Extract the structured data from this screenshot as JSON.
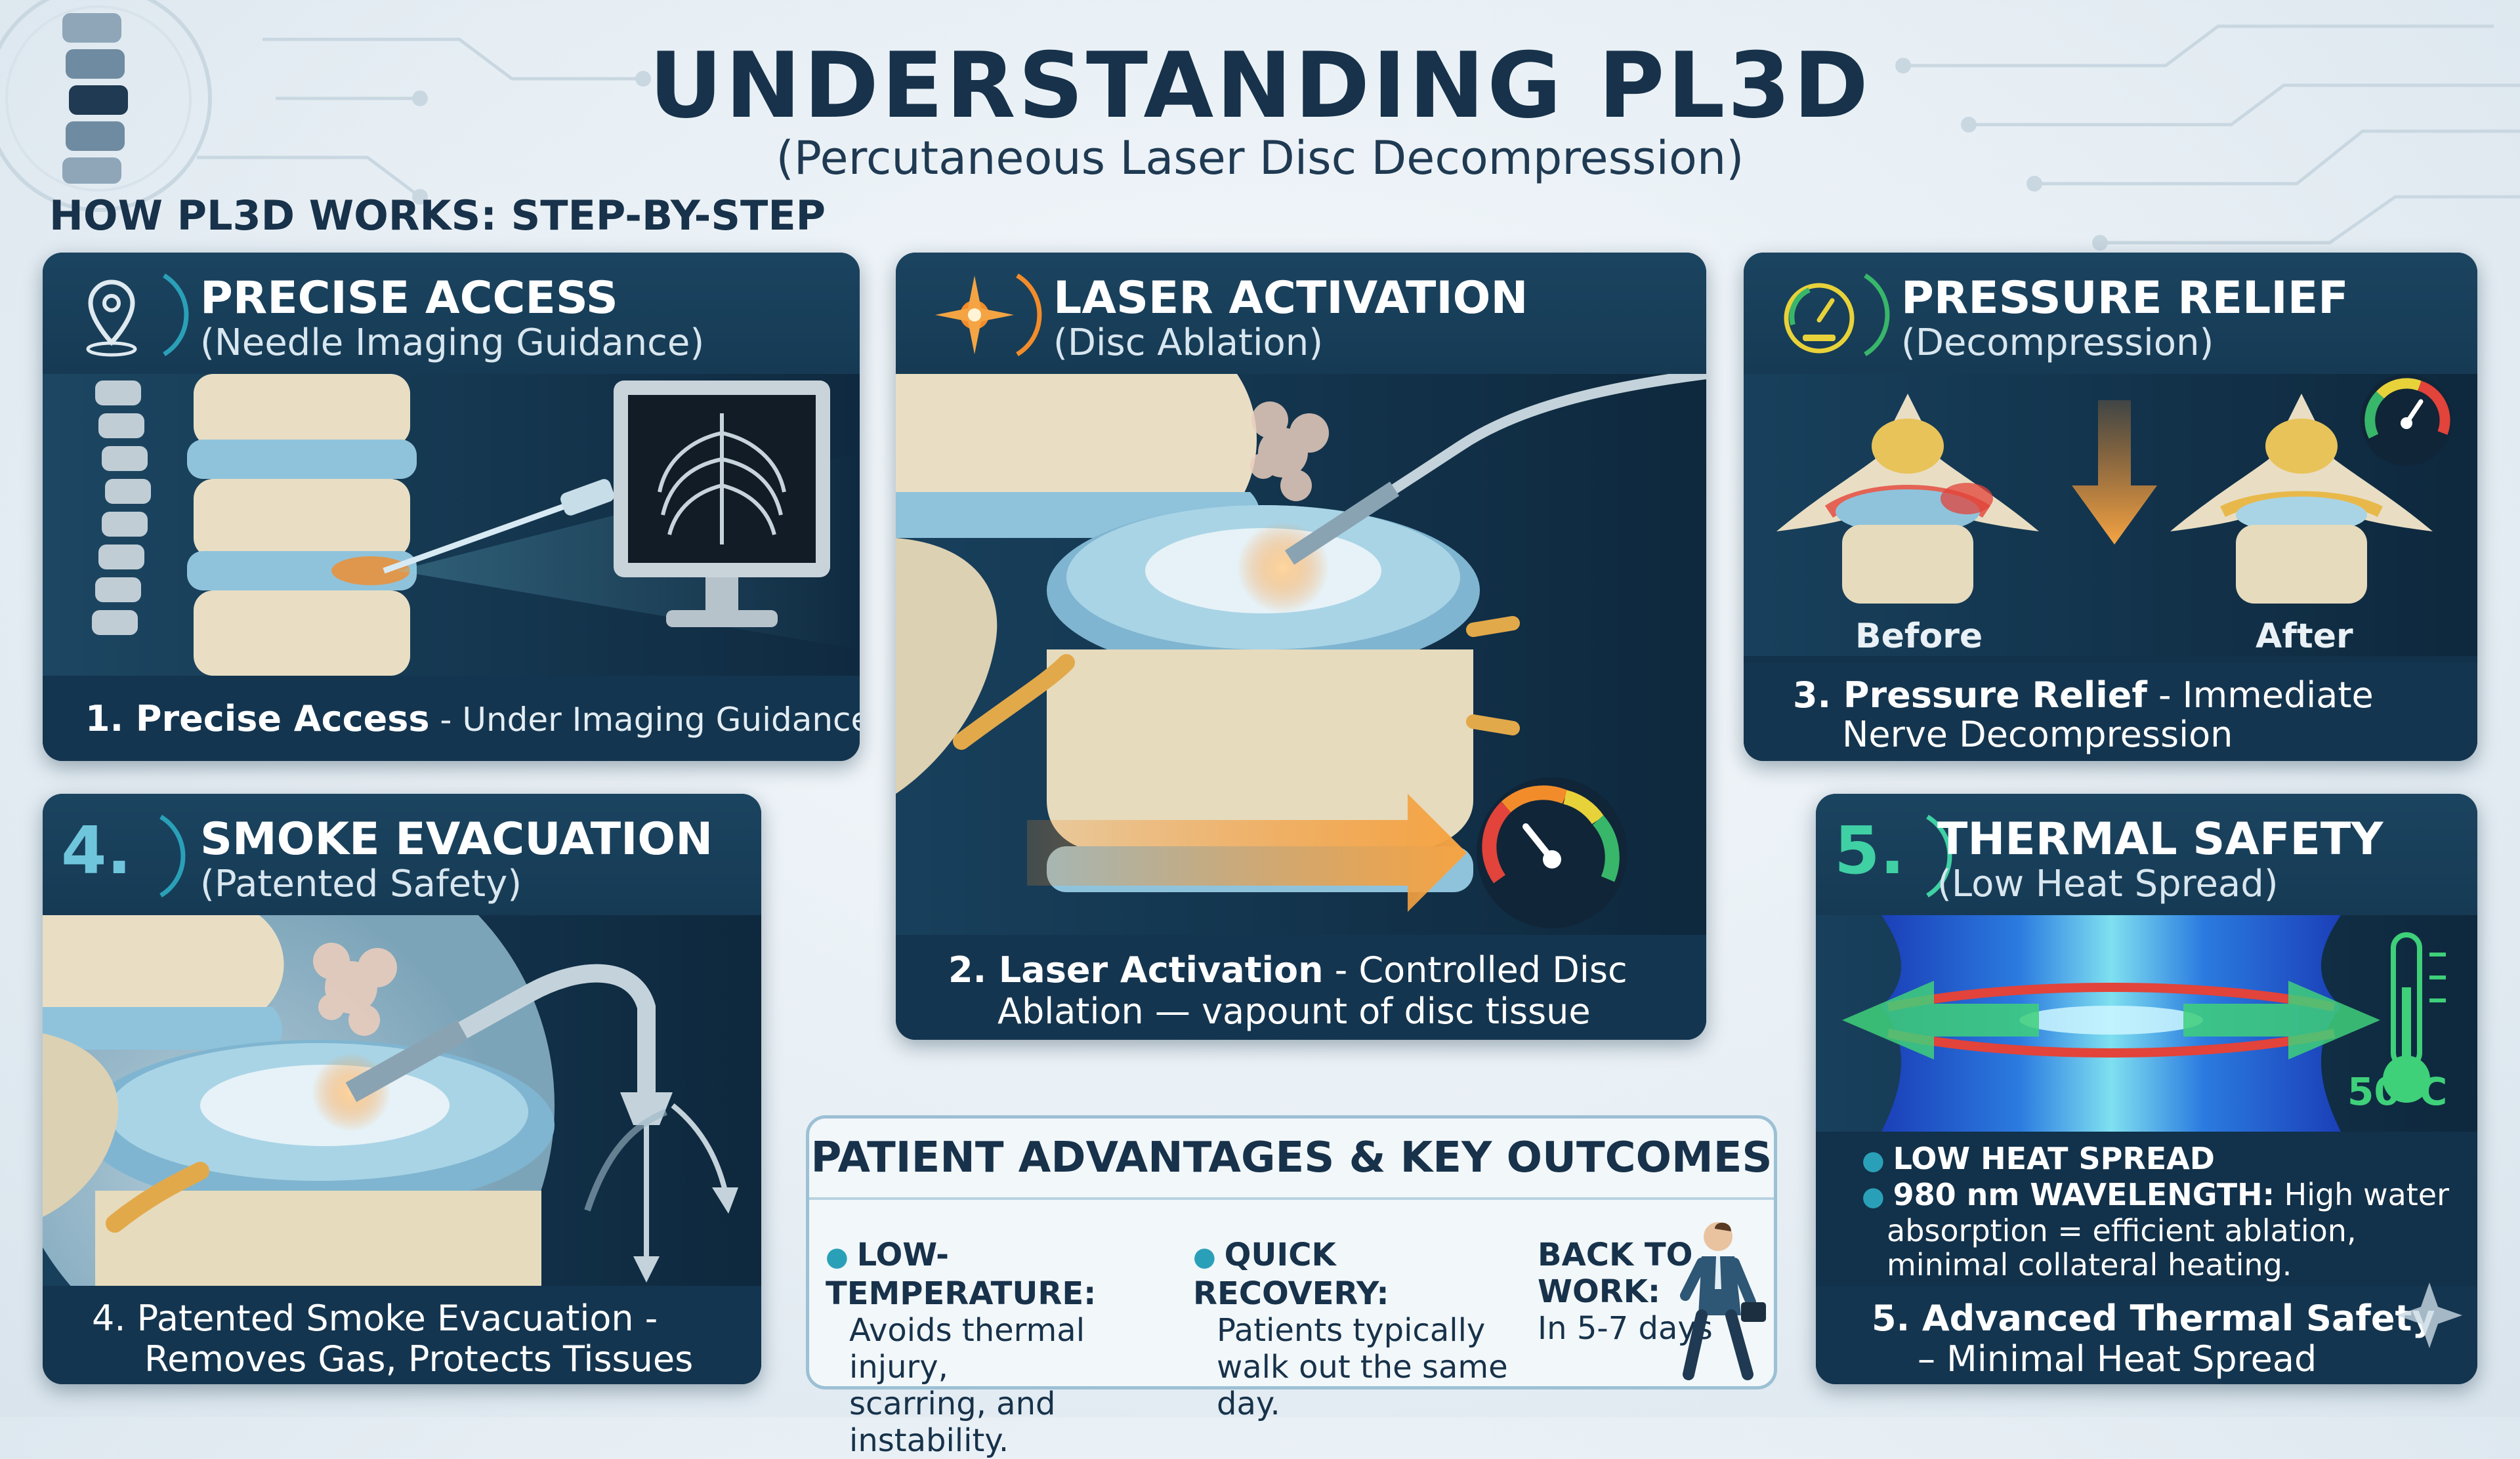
{
  "header": {
    "title": "UNDERSTANDING PL3D",
    "subtitle": "(Percutaneous Laser Disc Decompression)",
    "section_heading": "HOW PL3D WORKS: STEP-BY-STEP"
  },
  "cards": {
    "precise_access": {
      "title": "PRECISE ACCESS",
      "subtitle": "(Needle Imaging Guidance)",
      "caption_bold": "1. Precise Access",
      "caption_rest": " - Under Imaging Guidance",
      "icon": "location-pin-icon"
    },
    "laser_activation": {
      "title": "LASER ACTIVATION",
      "subtitle": "(Disc Ablation)",
      "caption_bold": "2. Laser Activation",
      "caption_rest": " - Controlled Disc",
      "caption_line2": "Ablation — vapount of disc tissue",
      "icon": "laser-star-icon"
    },
    "pressure_relief": {
      "title": "PRESSURE RELIEF",
      "subtitle": "(Decompression)",
      "before_label": "Before",
      "after_label": "After",
      "caption_bold": "3. Pressure Relief",
      "caption_rest": " - Immediate",
      "caption_line2": "Nerve Decompression",
      "icon": "pressure-gauge-icon"
    },
    "smoke_evacuation": {
      "badge": "4.",
      "title": "SMOKE EVACUATION",
      "subtitle": "(Patented Safety)",
      "caption_bold": "4. Patented Smoke Evacuation -",
      "caption_line2": "Removes Gas, Protects Tissues"
    },
    "thermal_safety": {
      "badge": "5.",
      "title": "THERMAL SAFETY",
      "subtitle": "(Low Heat Spread)",
      "temperature": "50°C",
      "bullet1": "LOW HEAT SPREAD",
      "bullet2_bold": "980 nm WAVELENGTH:",
      "bullet2_rest": " High water",
      "bullet2_line2": "absorption = efficient ablation,",
      "bullet2_line3": "minimal collateral heating.",
      "caption_bold": "5. Advanced Thermal Safety",
      "caption_line2": "– Minimal Heat Spread"
    }
  },
  "advantages": {
    "title": "PATIENT ADVANTAGES & KEY OUTCOMES",
    "items": [
      {
        "heading": "LOW-TEMPERATURE:",
        "lines": [
          "Avoids thermal injury,",
          "scarring, and instability."
        ]
      },
      {
        "heading": "QUICK RECOVERY:",
        "lines": [
          "Patients typically",
          "walk out the same",
          "day."
        ]
      },
      {
        "heading": "BACK TO",
        "heading2": "WORK:",
        "lines": [
          "In 5-7 days"
        ]
      }
    ]
  },
  "colors": {
    "navy": "#12314a",
    "teal": "#2aa0b8",
    "orange": "#f28c2a",
    "bone": "#e8dcc0"
  }
}
